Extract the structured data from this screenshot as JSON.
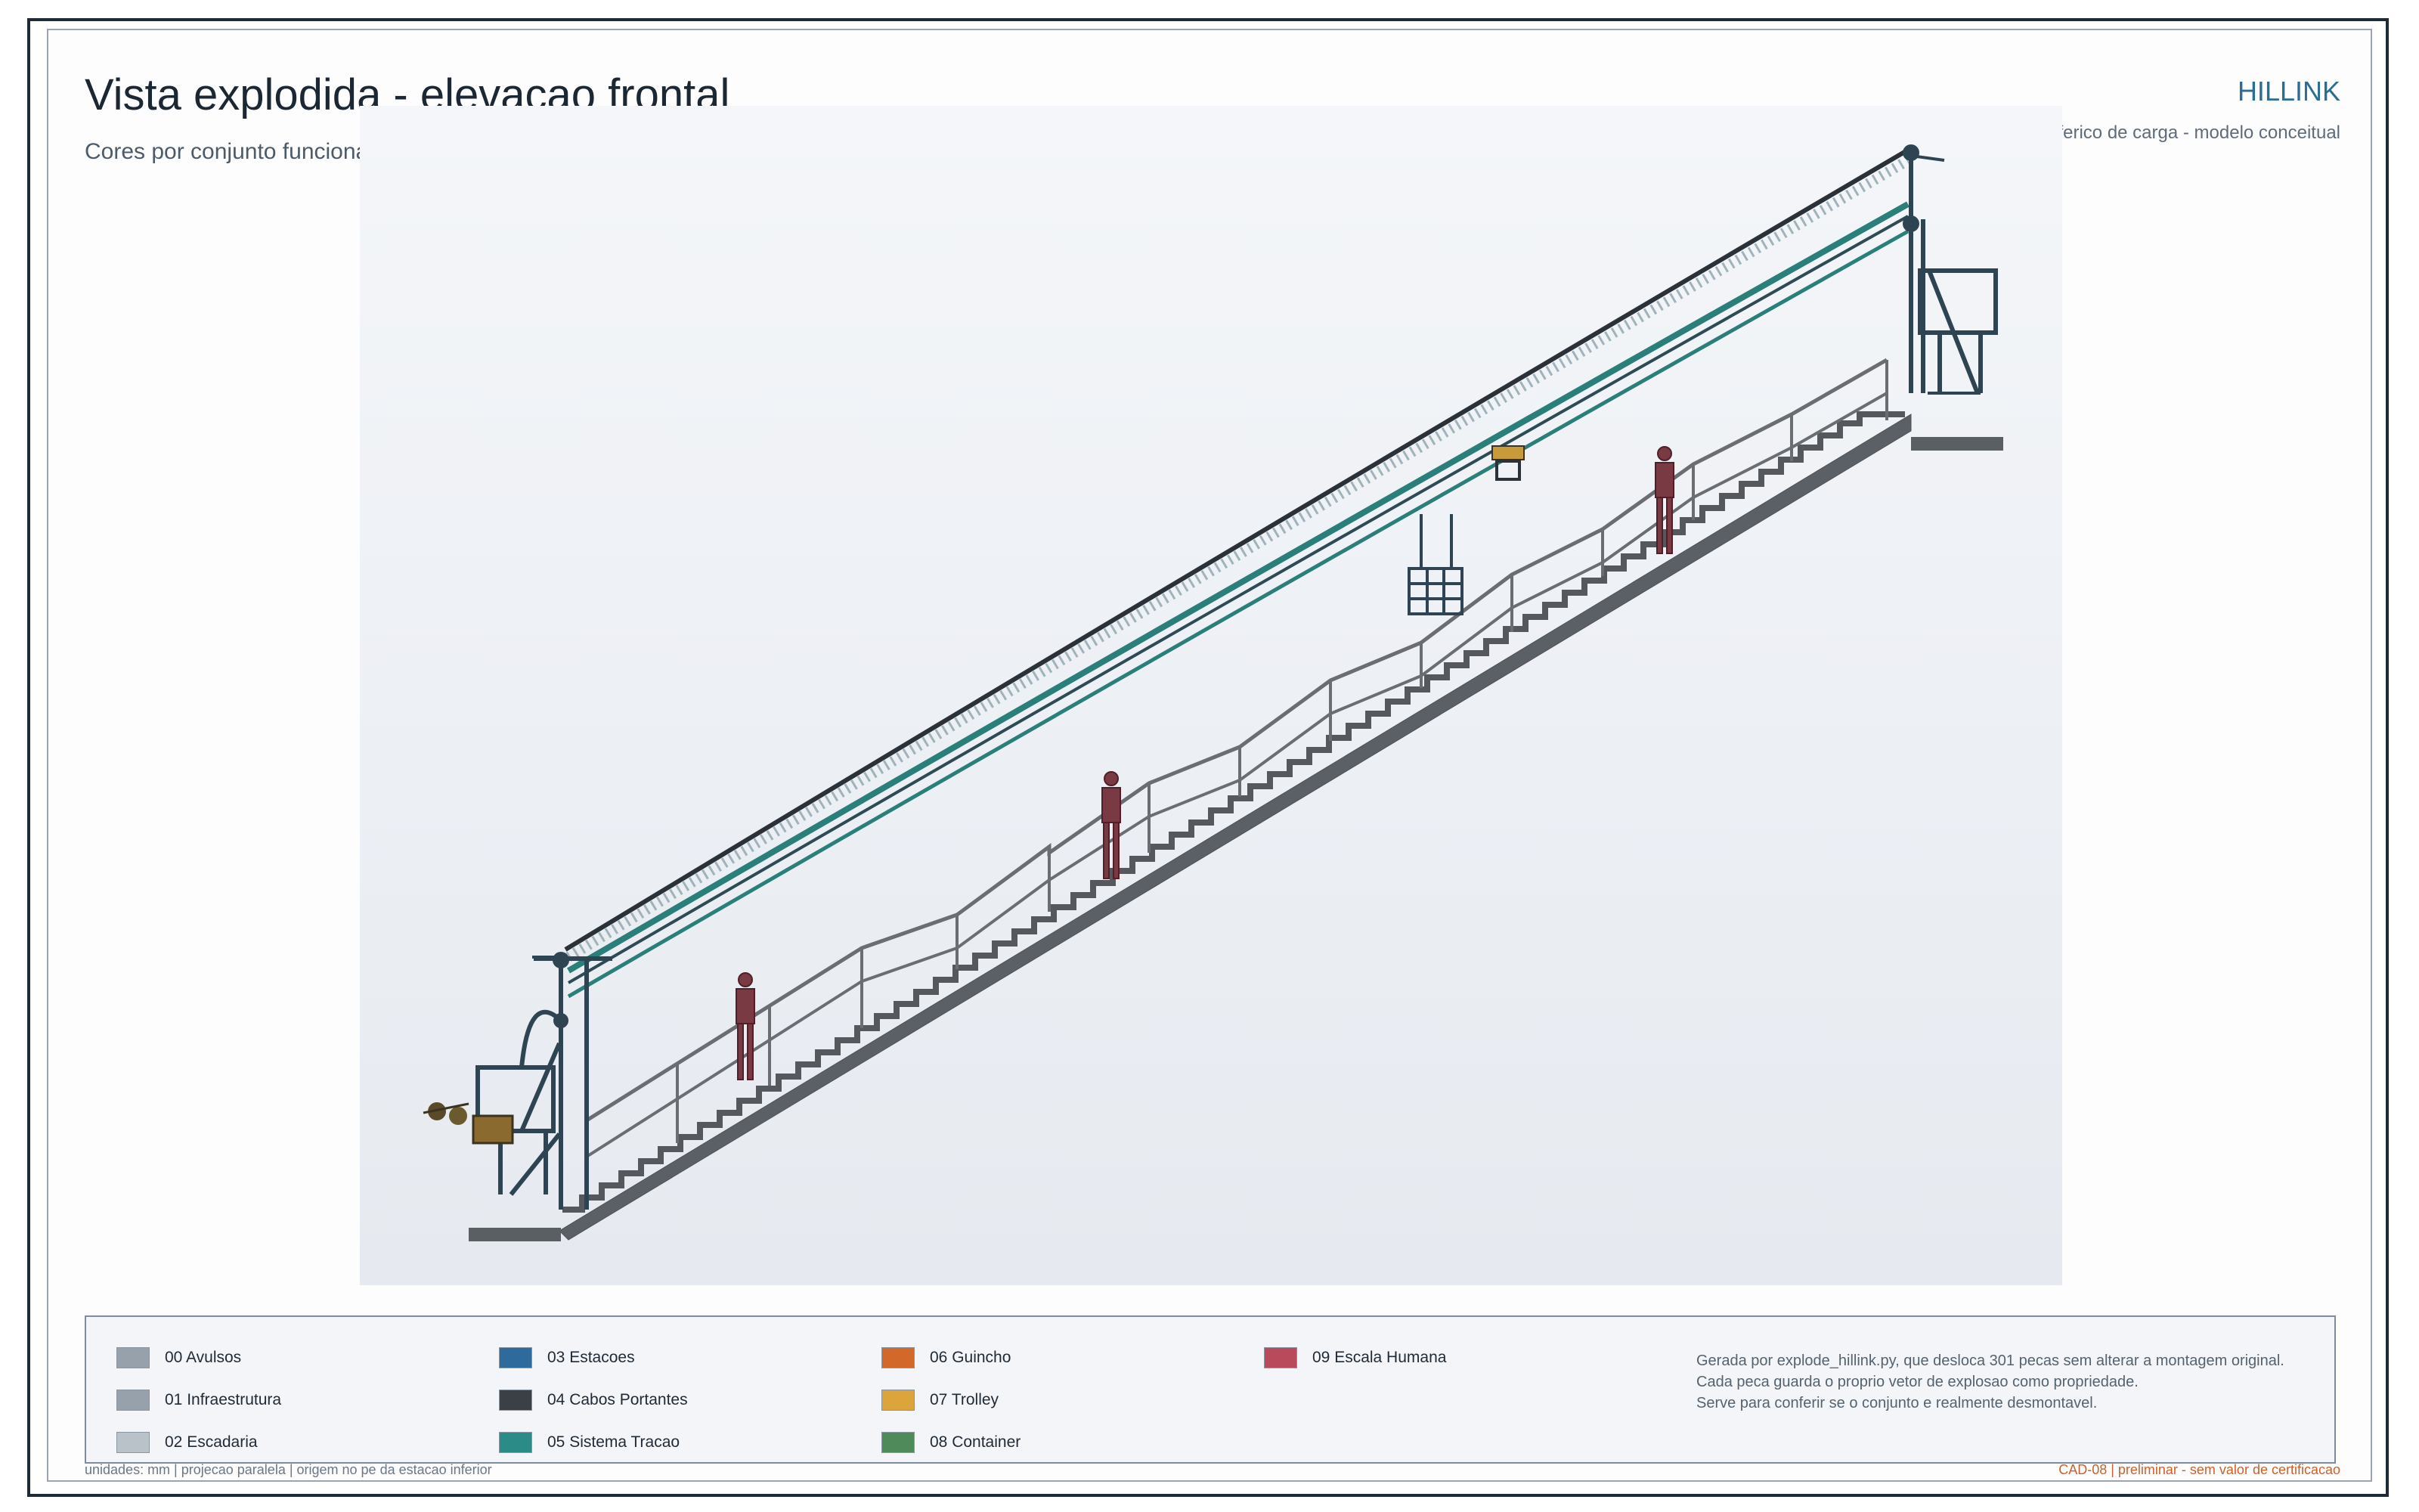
{
  "header": {
    "title": "Vista explodida - elevacao frontal",
    "subtitle": "Cores por conjunto funcional | leitura da sequencia de montagem",
    "brand": "HILLINK",
    "brand_subtitle": "teleferico de carga - modelo conceitual"
  },
  "colors": {
    "stairs": "#55595e",
    "structure": "#2e4452",
    "cable_dark": "#2b3138",
    "traction": "#2a7f7a",
    "human": "#7a3a44",
    "trolley": "#c99a3a",
    "winch": "#b36b2a"
  },
  "legend": {
    "items": [
      {
        "label": "00 Avulsos",
        "color": "#97a1ab"
      },
      {
        "label": "01 Infraestrutura",
        "color": "#97a1ab"
      },
      {
        "label": "02 Escadaria",
        "color": "#b9c1c9"
      },
      {
        "label": "03 Estacoes",
        "color": "#2f6a9c"
      },
      {
        "label": "04 Cabos Portantes",
        "color": "#3b4047"
      },
      {
        "label": "05 Sistema Tracao",
        "color": "#2b8c87"
      },
      {
        "label": "06 Guincho",
        "color": "#d2692a"
      },
      {
        "label": "07 Trolley",
        "color": "#dba53c"
      },
      {
        "label": "08 Container",
        "color": "#4e8a5a"
      },
      {
        "label": "09 Escala Humana",
        "color": "#b84a5c"
      }
    ],
    "note_lines": [
      "Gerada por explode_hillink.py, que desloca 301 pecas sem alterar a montagem original.",
      "Cada peca guarda o proprio vetor de explosao como propriedade.",
      "Serve para conferir se o conjunto e realmente desmontavel."
    ]
  },
  "footer": {
    "left": "unidades: mm  |  projecao paralela  |  origem no pe da estacao inferior",
    "right": "CAD-08  |  preliminar - sem valor de certificacao"
  }
}
